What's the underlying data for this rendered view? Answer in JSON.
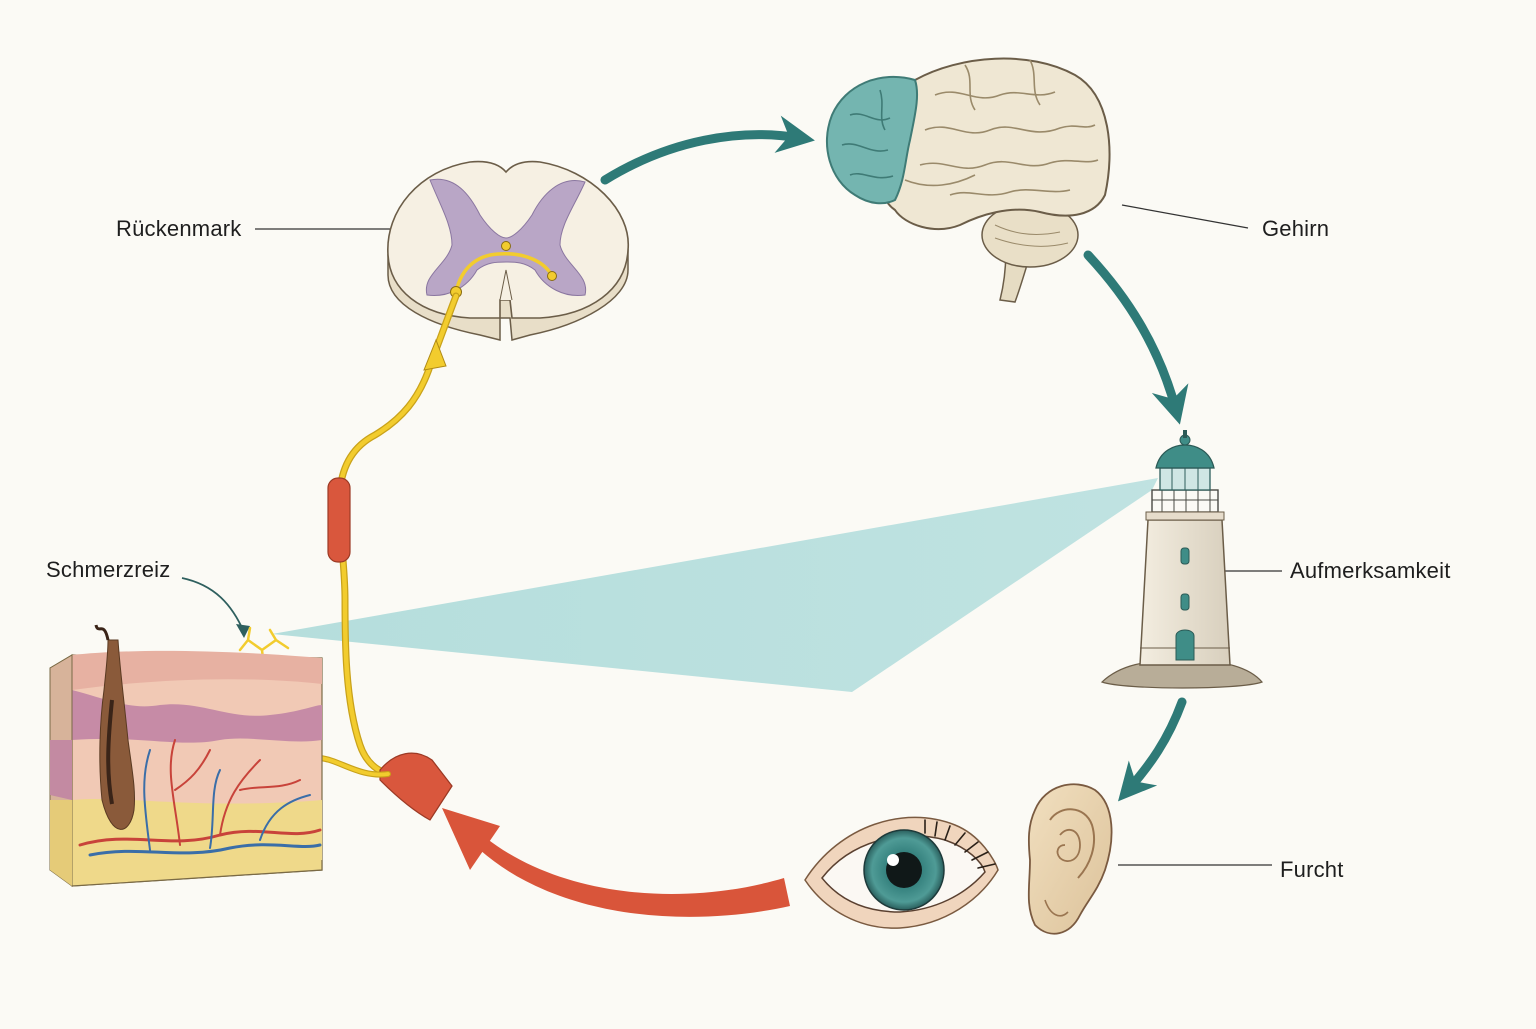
{
  "labels": {
    "spinal_cord": "Rückenmark",
    "brain": "Gehirn",
    "pain_stimulus": "Schmerzreiz",
    "attention": "Aufmerksamkeit",
    "fear": "Furcht"
  },
  "colors": {
    "background": "#fbfaf5",
    "cycle_arrow_teal": "#2e7a77",
    "feedback_arrow_red": "#d9553a",
    "nerve_yellow": "#f2cc2e",
    "myelin_red": "#d9573d",
    "light_beam": "#a9d9d8",
    "brain_frontal_teal": "#74b5b0",
    "brain_tissue": "#efe7d3",
    "grey_matter": "#b9a6c6"
  },
  "icons": [
    "spinal-cord-cross-section",
    "brain-illustration",
    "lighthouse-illustration",
    "ear-illustration",
    "eye-illustration",
    "skin-cross-section"
  ]
}
